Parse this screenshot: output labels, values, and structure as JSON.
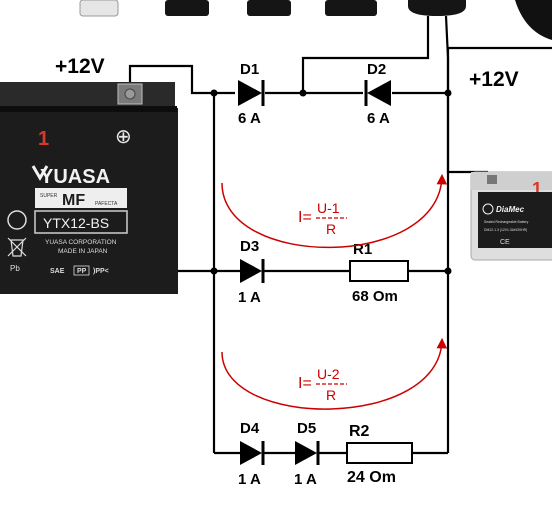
{
  "battery_main": {
    "voltage": "+12V",
    "number": "1",
    "brand": "YUASA",
    "brand_small": "SUPER",
    "type": "MF",
    "type_small": "PAFECTA",
    "model": "YTX12-BS",
    "maker": "YUASA CORPORATION",
    "origin": "MADE IN JAPAN",
    "footer": "SAE",
    "footer_pp": "PP",
    "footer_mark": ")PP<",
    "pb": "Pb",
    "terminal_sign": "⊕"
  },
  "battery_aux": {
    "voltage": "+12V",
    "number": "1",
    "brand": "DiaMec",
    "line1": "Sealed Rechargeable Battery",
    "line2": "DM12-1.3 (12V1.3AH/20HR)",
    "ce": "CE"
  },
  "components": {
    "d1": {
      "name": "D1",
      "rating": "6 A"
    },
    "d2": {
      "name": "D2",
      "rating": "6 A"
    },
    "d3": {
      "name": "D3",
      "rating": "1 A"
    },
    "d4": {
      "name": "D4",
      "rating": "1 A"
    },
    "d5": {
      "name": "D5",
      "rating": "1 A"
    },
    "r1": {
      "name": "R1",
      "value": "68 Om"
    },
    "r2": {
      "name": "R2",
      "value": "24 Om"
    }
  },
  "formulas": [
    {
      "lhs": "I=",
      "numerator": "U-1",
      "denominator": "R"
    },
    {
      "lhs": "I=",
      "numerator": "U-2",
      "denominator": "R"
    }
  ],
  "colors": {
    "wire": "#000000",
    "annotation": "#cc0000",
    "battery_body": "#1c1c1c"
  }
}
